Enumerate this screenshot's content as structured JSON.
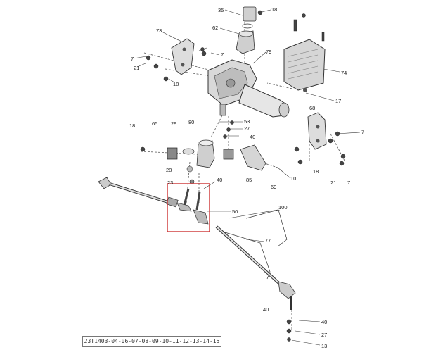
{
  "diagram": {
    "part_labels": [
      "35",
      "18",
      "62",
      "73",
      "7",
      "7",
      "21",
      "18",
      "79",
      "74",
      "17",
      "68",
      "7",
      "18",
      "21",
      "7",
      "18",
      "65",
      "29",
      "80",
      "53",
      "27",
      "40",
      "85",
      "69",
      "10",
      "28",
      "23",
      "40",
      "50",
      "100",
      "77",
      "40",
      "40",
      "27",
      "13"
    ],
    "reference_code": "23T1403-04-06-07-08-09-10-11-12-13-14-15",
    "highlight_color": "#cc3333"
  }
}
